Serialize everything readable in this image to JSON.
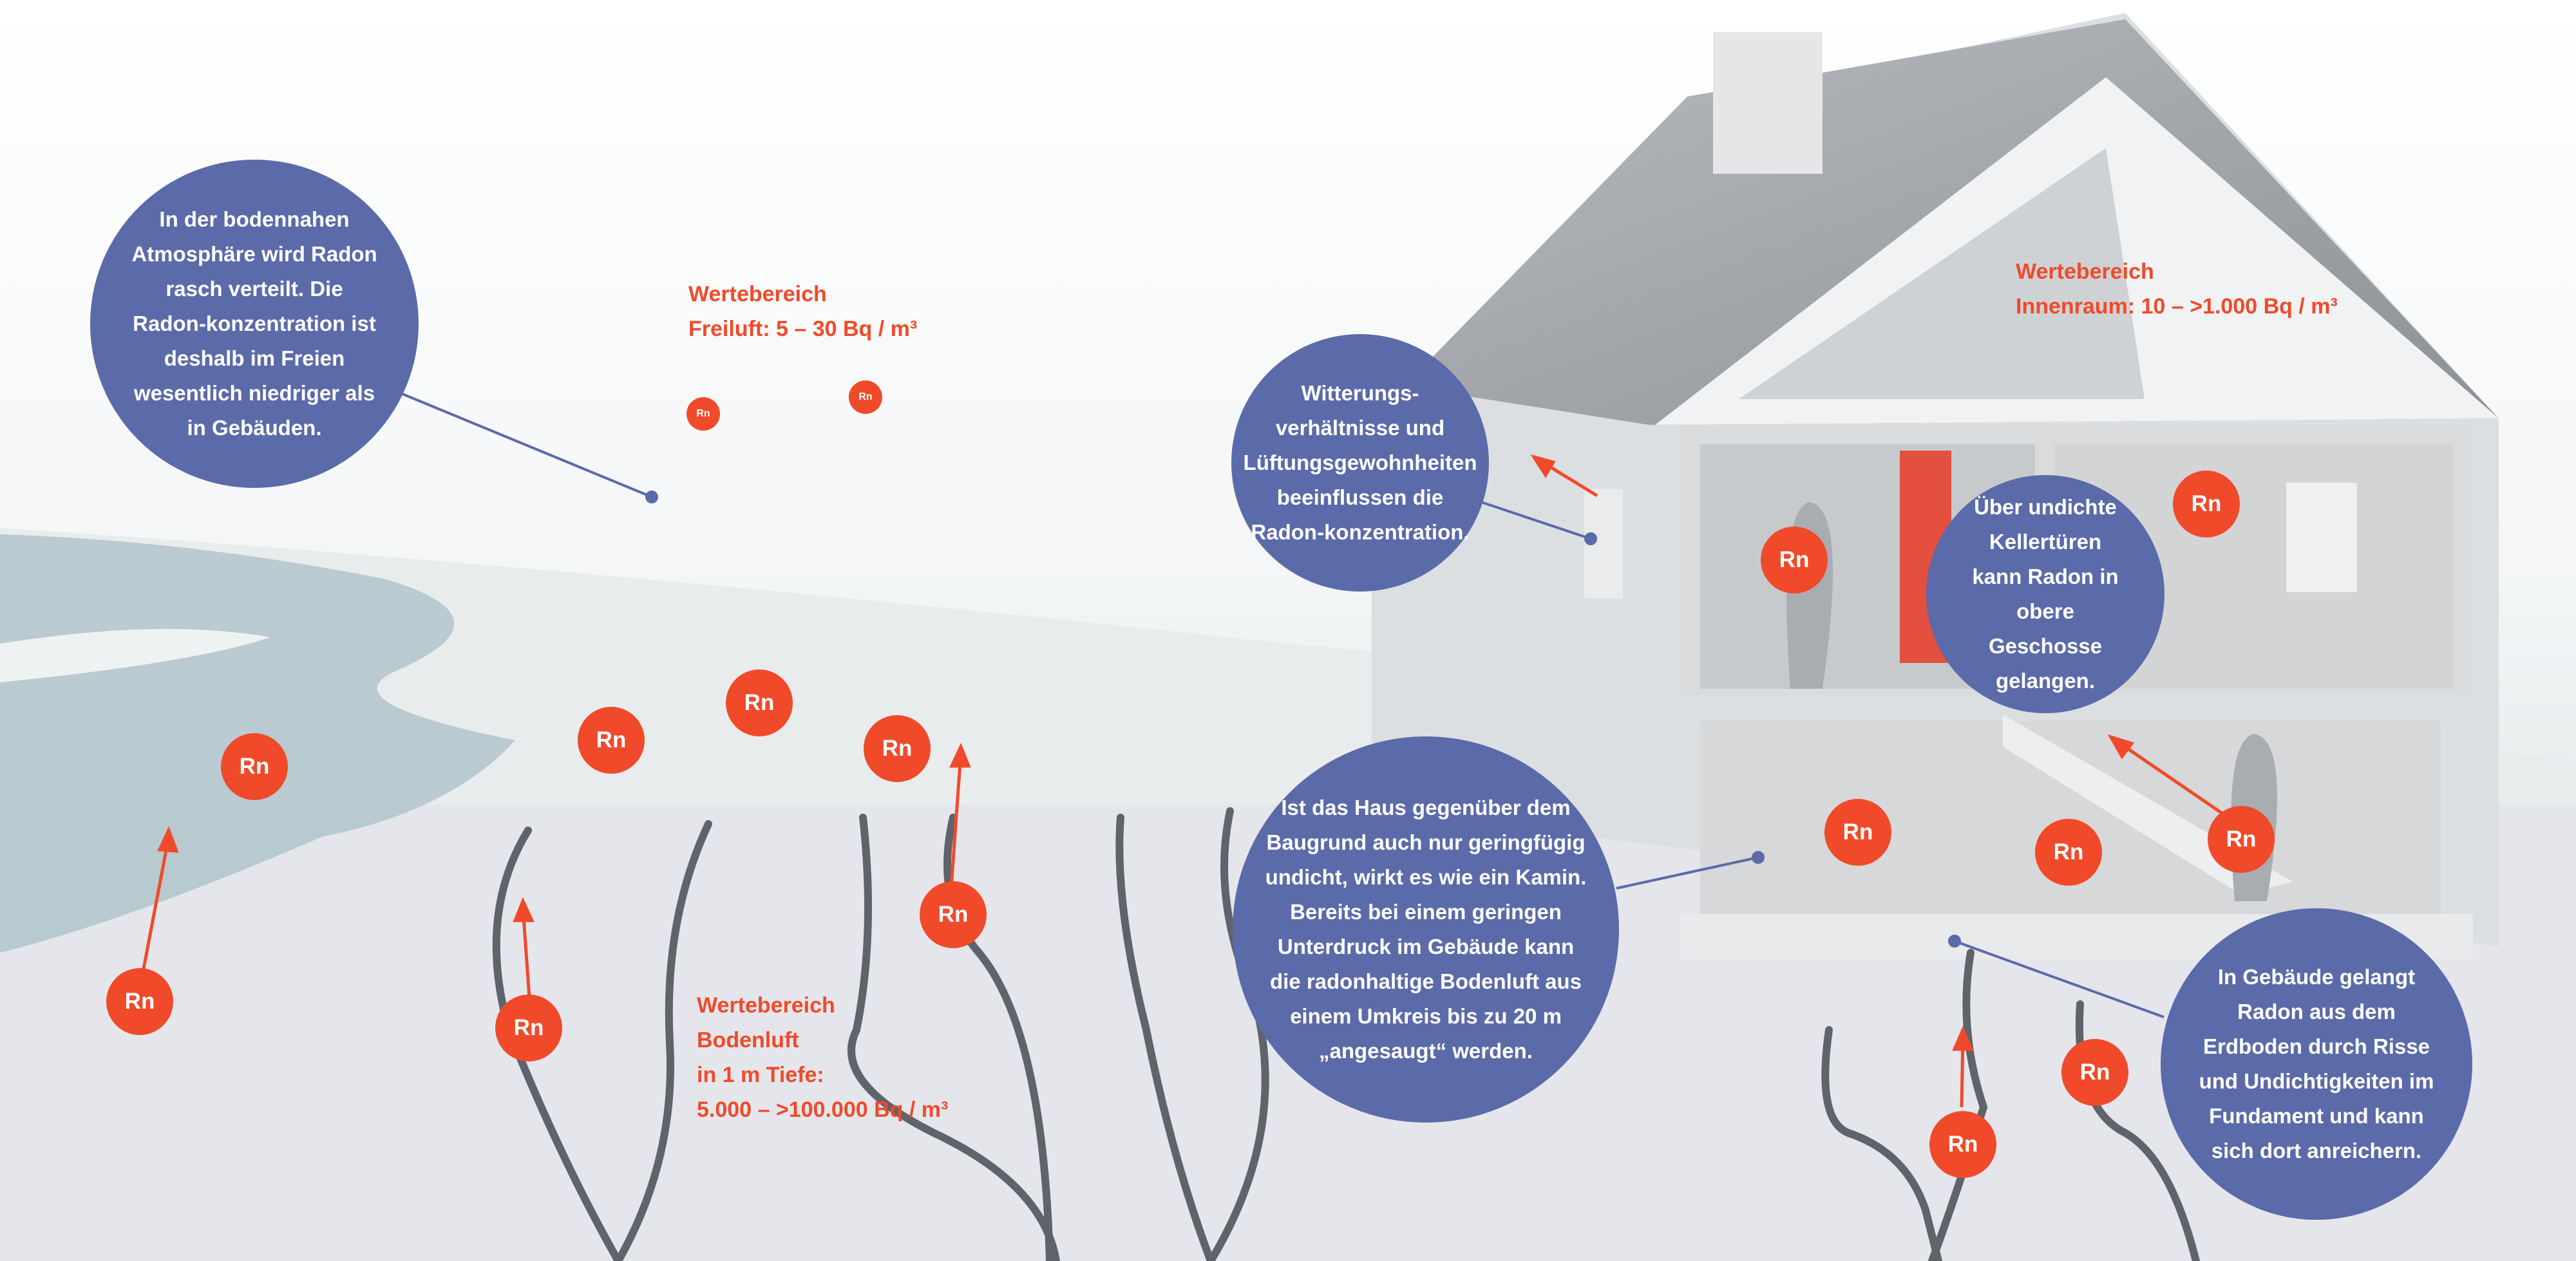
{
  "colors": {
    "bubble": "#5b6aa8",
    "accent": "#f04a2a",
    "ground": "#e4e6ec",
    "crack": "#5f636b"
  },
  "bubbles": [
    {
      "text": "In der bodennahen Atmosphäre wird Radon rasch verteilt. Die Radon-konzentration ist deshalb im Freien wesentlich niedriger als in Gebäuden."
    },
    {
      "text": "Witterungs-verhältnisse und Lüftungsgewohnheiten beeinflussen die Radon-konzentration."
    },
    {
      "text": "Über undichte Kellertüren kann Radon in obere Geschosse gelangen."
    },
    {
      "text": "Ist das Haus gegenüber dem Baugrund auch nur geringfügig undicht, wirkt es wie ein Kamin. Bereits bei einem geringen Unterdruck im Gebäude kann die radonhaltige Bodenluft aus einem Umkreis bis zu 20 m „angesaugt“ werden."
    },
    {
      "text": "In Gebäude gelangt Radon aus dem Erdboden durch Risse und Undichtigkeiten im Fundament und kann sich dort anreichern."
    }
  ],
  "labels": {
    "freiluft": "Wertebereich\nFreiluft: 5 – 30 Bq / m³",
    "innenraum": "Wertebereich\nInnenraum: 10 – >1.000 Bq / m³",
    "bodenluft": "Wertebereich\nBodenluft\nin 1 m Tiefe:\n5.000 – >100.000 Bq / m³"
  },
  "rn_label": "Rn"
}
